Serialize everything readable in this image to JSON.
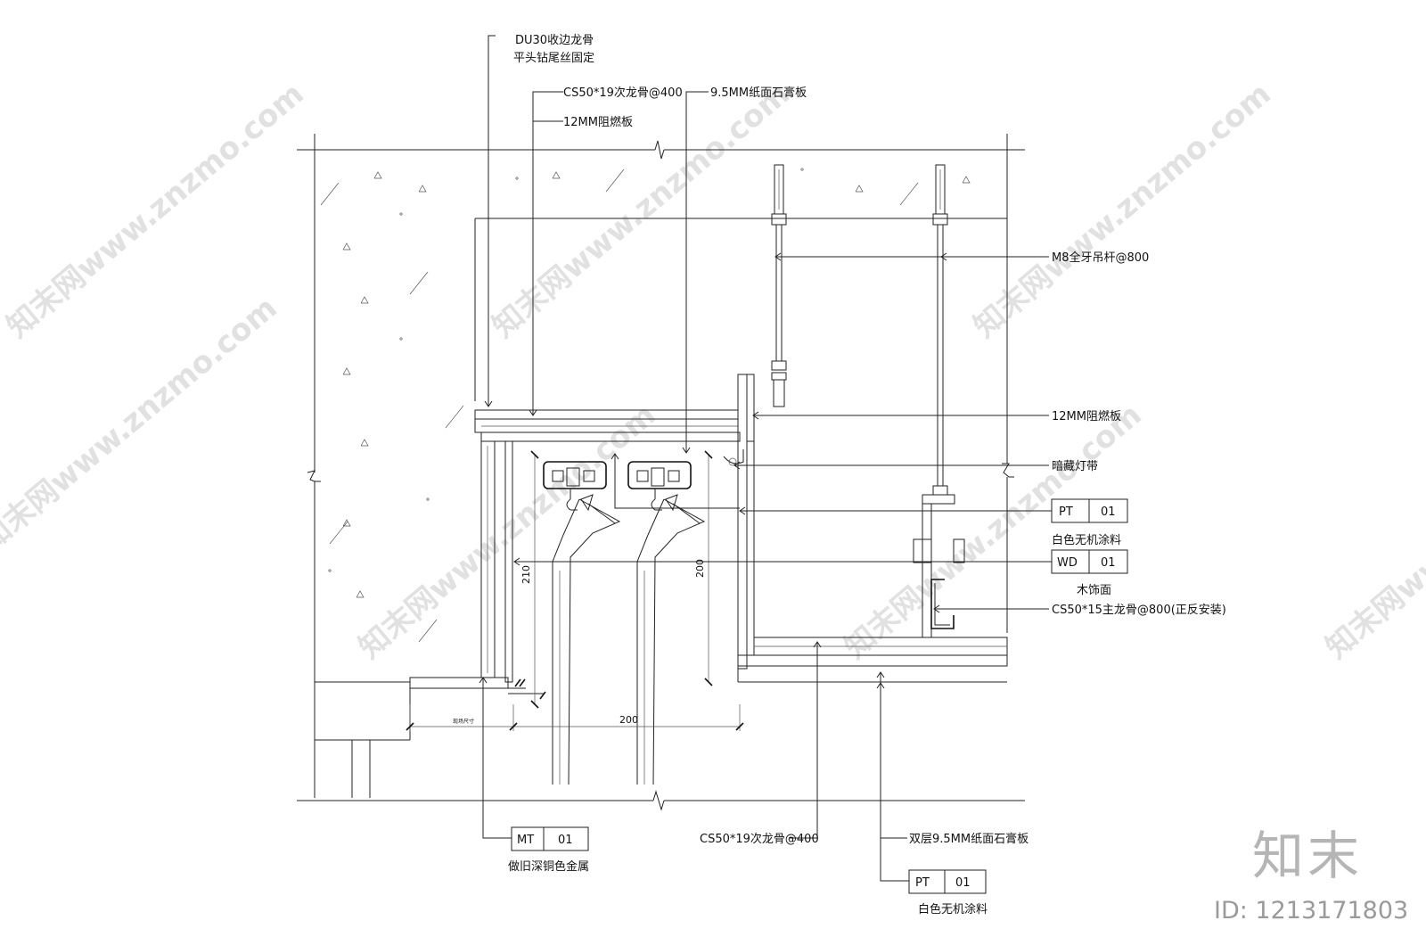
{
  "labels": {
    "du30_line1": "DU30收边龙骨",
    "du30_line2": "平头钻尾丝固定",
    "cs50_19_top": "CS50*19次龙骨@400",
    "fire_board_top": "12MM阻燃板",
    "gypsum_top": "9.5MM纸面石膏板",
    "m8_rod": "M8全牙吊杆@800",
    "fire_board_right": "12MM阻燃板",
    "hidden_light": "暗藏灯带",
    "pt_desc_right": "白色无机涂料",
    "wd_desc": "木饰面",
    "cs50_15_main": "CS50*15主龙骨@800(正反安装)",
    "mt_desc": "做旧深铜色金属",
    "cs50_19_bottom": "CS50*19次龙骨@400",
    "double_gypsum": "双层9.5MM纸面石膏板",
    "pt_desc_bottom": "白色无机涂料"
  },
  "tags": {
    "pt_right": {
      "code": "PT",
      "num": "01"
    },
    "wd_right": {
      "code": "WD",
      "num": "01"
    },
    "mt_bottom": {
      "code": "MT",
      "num": "01"
    },
    "pt_bottom": {
      "code": "PT",
      "num": "01"
    }
  },
  "dimensions": {
    "d210": "210",
    "d200_vertical": "200",
    "d200_horizontal": "200",
    "site_dim": "现场尺寸"
  },
  "branding": {
    "logo": "知末",
    "id_text": "ID: 1213171803",
    "watermark": "知末网www.znzmo.com"
  }
}
